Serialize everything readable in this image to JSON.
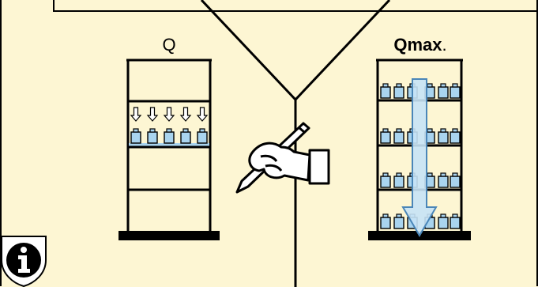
{
  "labels": {
    "left_shelf": "Q",
    "right_shelf_bold": "Qmax",
    "right_shelf_tail": "."
  },
  "icons": {
    "info": "info-icon",
    "hand": "hand-writing-icon"
  },
  "colors": {
    "background": "#fdf6d3",
    "line": "#000000",
    "item_fill": "#a9d4ef",
    "band_fill": "#a9d4ef",
    "arrow_fill": "#c7e3f6"
  },
  "left_shelf": {
    "filled_level": "partial",
    "down_arrows": 5,
    "items_in_row": 5
  },
  "right_shelf": {
    "filled_level": "full",
    "rows": 4,
    "items_per_row": 6
  }
}
